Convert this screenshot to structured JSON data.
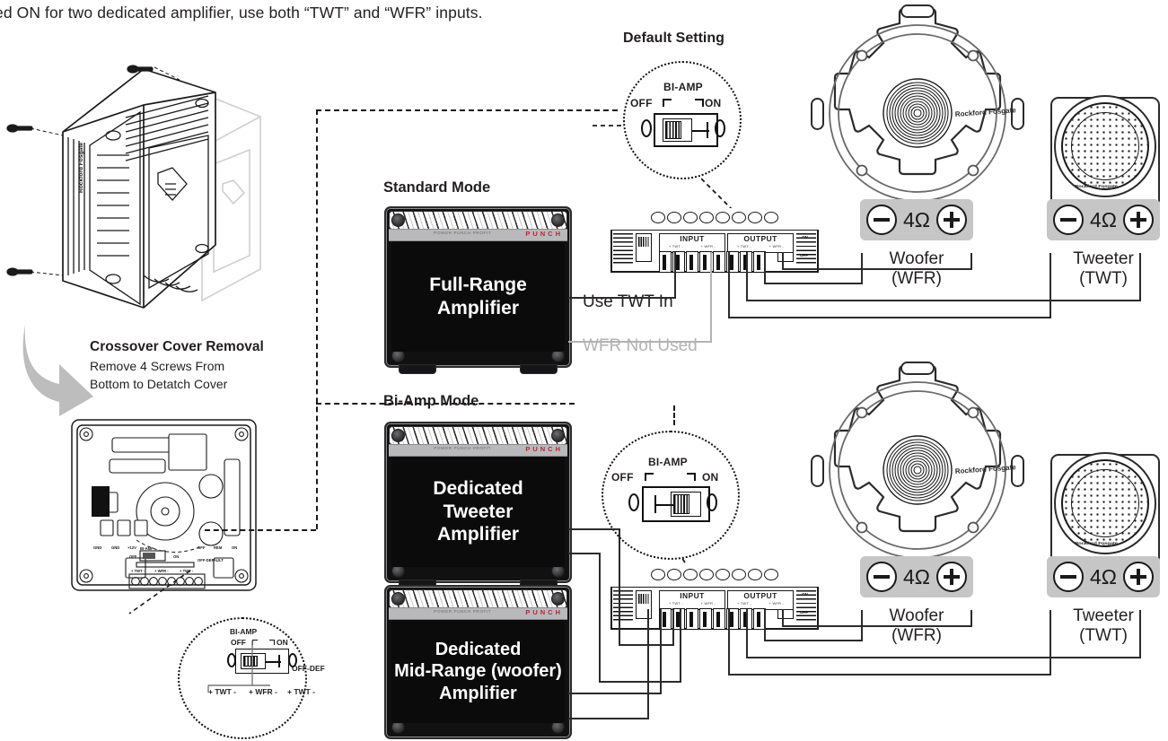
{
  "page": {
    "top_note": "ed ON for two dedicated amplifier, use both “TWT” and “WFR” inputs."
  },
  "default_setting": {
    "title": "Default Setting",
    "switch": {
      "off_label": "OFF",
      "name_label": "BI-AMP",
      "on_label": "ON",
      "position": "OFF"
    }
  },
  "cover_removal": {
    "title": "Crossover Cover Removal",
    "line1": "Remove 4 Screws From",
    "line2": "Bottom to Detatch Cover"
  },
  "board_detail": {
    "switch": {
      "off_label": "OFF",
      "name_label": "BI-AMP",
      "on_label": "ON",
      "default_label": "OFF-DEF",
      "position": "OFF"
    },
    "terminals": [
      "+ TWT -",
      "+ WFR -",
      "+ TWT -"
    ]
  },
  "standard_mode": {
    "title": "Standard Mode",
    "amplifier": {
      "label_line1": "Full-Range",
      "label_line2": "Amplifier",
      "brand": "PUNCH",
      "micro_text": "POWER  PUNCH  PROFIT"
    },
    "wire_labels": {
      "used": "Use TWT In",
      "unused": "WFR Not Used"
    },
    "crossover": {
      "input_label": "INPUT",
      "output_label": "OUTPUT",
      "input_terms": [
        "+ TWT -",
        "+ WFR -"
      ],
      "output_terms": [
        "+ TWT -",
        "+ WFR -"
      ],
      "side_on": "ON",
      "side_off": "OFF"
    },
    "woofer": {
      "impedance": "4Ω",
      "line1": "Woofer",
      "line2": "(WFR)",
      "minus": "−",
      "plus": "+"
    },
    "tweeter": {
      "impedance": "4Ω",
      "line1": "Tweeter",
      "line2": "(TWT)",
      "minus": "−",
      "plus": "+"
    }
  },
  "biamp_mode": {
    "title": "Bi-Amp Mode",
    "amp_top": {
      "label_line1": "Dedicated",
      "label_line2": "Tweeter",
      "label_line3": "Amplifier",
      "brand": "PUNCH",
      "micro_text": "POWER  PUNCH  PROFIT"
    },
    "amp_bottom": {
      "label_line1": "Dedicated",
      "label_line2": "Mid-Range (woofer)",
      "label_line3": "Amplifier",
      "brand": "PUNCH",
      "micro_text": "POWER  PUNCH  PROFIT"
    },
    "switch": {
      "off_label": "OFF",
      "name_label": "BI-AMP",
      "on_label": "ON",
      "position": "ON"
    },
    "crossover": {
      "input_label": "INPUT",
      "output_label": "OUTPUT",
      "input_terms": [
        "+ TWT -",
        "+ WFR -"
      ],
      "output_terms": [
        "+ TWT -",
        "+ WFR -"
      ],
      "side_on": "ON",
      "side_off": "OFF"
    },
    "woofer": {
      "impedance": "4Ω",
      "line1": "Woofer",
      "line2": "(WFR)",
      "minus": "−",
      "plus": "+"
    },
    "tweeter": {
      "impedance": "4Ω",
      "line1": "Tweeter",
      "line2": "(TWT)",
      "minus": "−",
      "plus": "+"
    }
  },
  "colors": {
    "ink": "#231f20",
    "wire": "#2b2b2b",
    "wire_inactive": "#b3b3b3",
    "amp_face": "#0b0b0b",
    "plate_grey": "#c6c6c6",
    "brand_red": "#c3203a"
  }
}
